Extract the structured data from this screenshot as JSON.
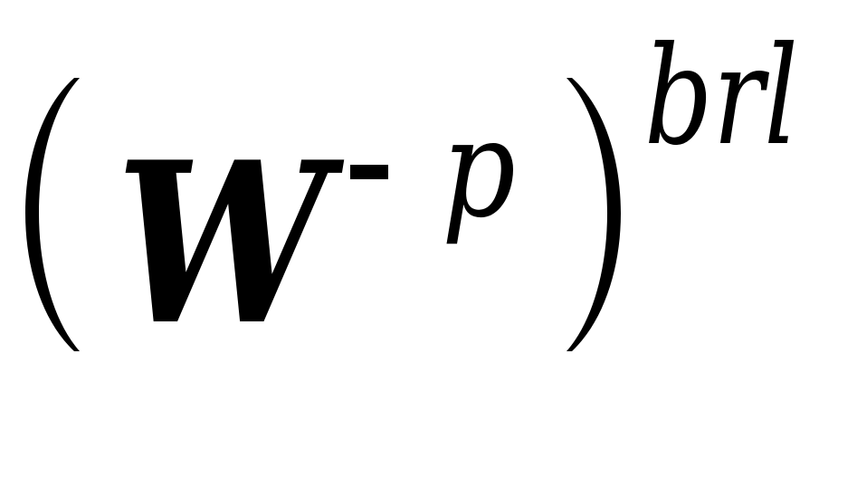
{
  "formula": {
    "open_paren": "(",
    "base": "W",
    "minus": "-",
    "inner_exponent": "p",
    "close_paren": ")",
    "outer_exponent": "brl"
  },
  "colors": {
    "text": "#000000",
    "background": "#ffffff"
  }
}
